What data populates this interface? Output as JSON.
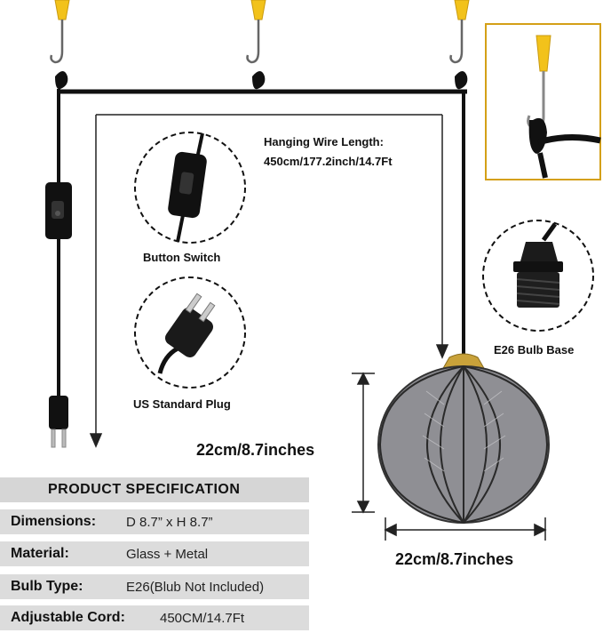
{
  "labels": {
    "hanging_wire_line1": "Hanging Wire Length:",
    "hanging_wire_line2": "450cm/177.2inch/14.7Ft",
    "button_switch": "Button Switch",
    "us_plug": "US Standard Plug",
    "bulb_base": "E26 Bulb Base",
    "height_dim": "22cm/8.7inches",
    "width_dim": "22cm/8.7inches"
  },
  "spec": {
    "title": "PRODUCT SPECIFICATION",
    "rows": [
      {
        "key": "Dimensions:",
        "value": "D 8.7” x H 8.7”"
      },
      {
        "key": "Material:",
        "value": "Glass + Metal"
      },
      {
        "key": "Bulb Type:",
        "value": "E26(Blub Not Included)"
      },
      {
        "key": "Adjustable Cord:",
        "value": "450CM/14.7Ft"
      }
    ]
  },
  "colors": {
    "anchor": "#f2c21b",
    "cord": "#111111",
    "spec_bg": "#dcdcdc",
    "gold": "#c9a23a",
    "glass": "#8f8f94"
  }
}
